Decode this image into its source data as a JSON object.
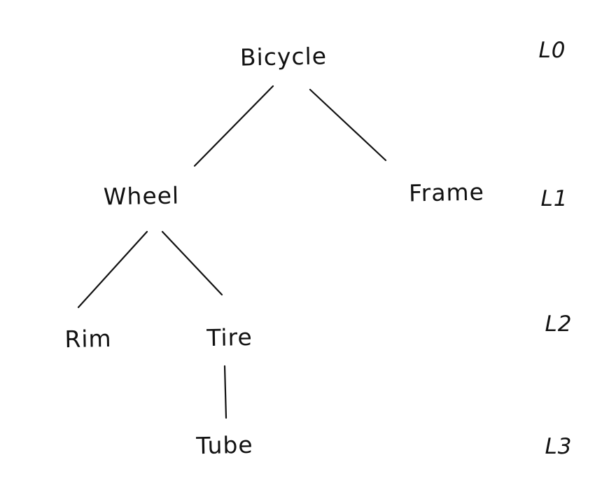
{
  "diagram": {
    "type": "tree",
    "colors": {
      "ink": "#111111",
      "background": "#ffffff"
    },
    "nodes": [
      {
        "id": "bicycle",
        "label": "Bicycle",
        "level": 0
      },
      {
        "id": "wheel",
        "label": "Wheel",
        "level": 1
      },
      {
        "id": "frame",
        "label": "Frame",
        "level": 1
      },
      {
        "id": "rim",
        "label": "Rim",
        "level": 2
      },
      {
        "id": "tire",
        "label": "Tire",
        "level": 2
      },
      {
        "id": "tube",
        "label": "Tube",
        "level": 3
      }
    ],
    "edges": [
      {
        "from": "Bicycle",
        "to": "Wheel"
      },
      {
        "from": "Bicycle",
        "to": "Frame"
      },
      {
        "from": "Wheel",
        "to": "Rim"
      },
      {
        "from": "Wheel",
        "to": "Tire"
      },
      {
        "from": "Tire",
        "to": "Tube"
      }
    ],
    "level_labels": [
      {
        "label": "L0"
      },
      {
        "label": "L1"
      },
      {
        "label": "L2"
      },
      {
        "label": "L3"
      }
    ]
  }
}
